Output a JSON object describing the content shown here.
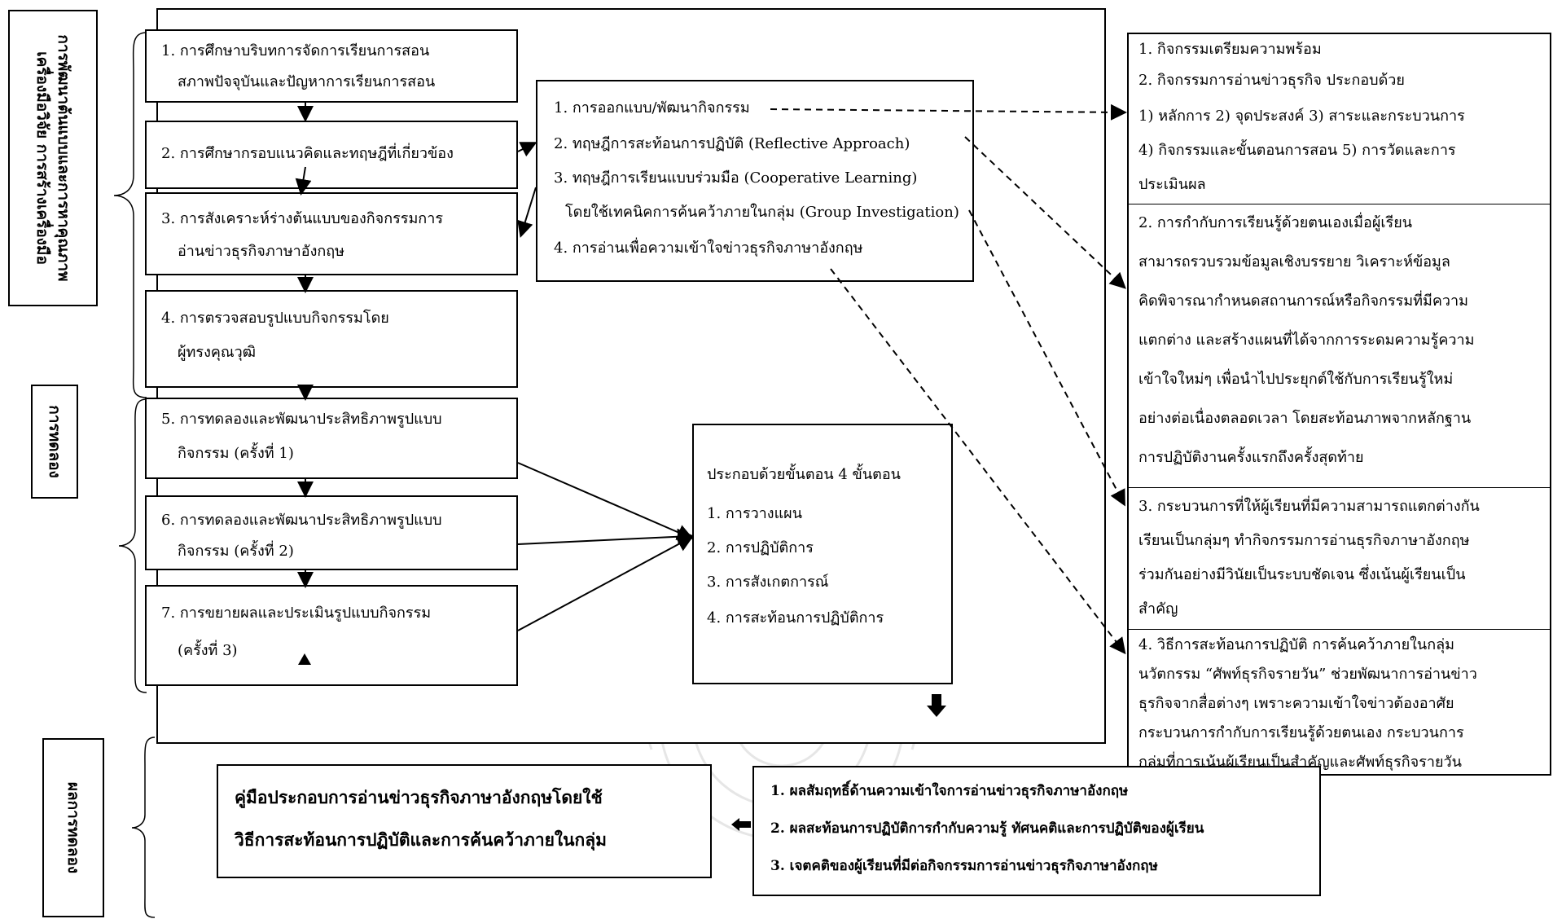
{
  "side_labels": {
    "phase1": "การพัฒนาต้นแบบและการหาคุณภาพเครื่องมือวิจัย การสร้างเครื่องมือ",
    "phase2": "การทดลอง",
    "phase3": "ผลการทดลอง"
  },
  "steps": [
    {
      "line1": "1.  การศึกษาบริบทการจัดการเรียนการสอน",
      "line2": "สภาพปัจจุบันและปัญหาการเรียนการสอน"
    },
    {
      "line1": "2.  การศึกษากรอบแนวคิดและทฤษฎีที่เกี่ยวข้อง",
      "line2": ""
    },
    {
      "line1": "3.  การสังเคราะห์ร่างต้นแบบของกิจกรรมการ",
      "line2": "อ่านข่าวธุรกิจภาษาอังกฤษ"
    },
    {
      "line1": "4.  การตรวจสอบรูปแบบกิจกรรมโดย",
      "line2": "ผู้ทรงคุณวุฒิ"
    },
    {
      "line1": "5.  การทดลองและพัฒนาประสิทธิภาพรูปแบบ",
      "line2": "กิจกรรม (ครั้งที่ 1)"
    },
    {
      "line1": "6.  การทดลองและพัฒนาประสิทธิภาพรูปแบบ",
      "line2": "กิจกรรม (ครั้งที่ 2)"
    },
    {
      "line1": "7.  การขยายผลและประเมินรูปแบบกิจกรรม",
      "line2": "(ครั้งที่ 3)"
    }
  ],
  "theory_box": [
    "1.  การออกแบบ/พัฒนากิจกรรม",
    "2.  ทฤษฎีการสะท้อนการปฏิบัติ (Reflective Approach)",
    "3.  ทฤษฎีการเรียนแบบร่วมมือ (Cooperative Learning)",
    "โดยใช้เทคนิคการค้นคว้าภายในกลุ่ม (Group Investigation)",
    "4.  การอ่านเพื่อความเข้าใจข่าวธุรกิจภาษาอังกฤษ"
  ],
  "process_box": {
    "heading": "ประกอบด้วยขั้นตอน 4 ขั้นตอน",
    "items": [
      "1.  การวางแผน",
      "2.  การปฏิบัติการ",
      "3.  การสังเกตการณ์",
      "4.  การสะท้อนการปฏิบัติการ"
    ]
  },
  "right_panel": {
    "s1": [
      "1.  กิจกรรมเตรียมความพร้อม",
      "2.  กิจกรรมการอ่านข่าวธุรกิจ ประกอบด้วย",
      "1) หลักการ 2)  จุดประสงค์ 3) สาระและกระบวนการ",
      "4) กิจกรรมและขั้นตอนการสอน      5) การวัดและการ",
      "ประเมินผล"
    ],
    "s2": [
      "2.  การกำกับการเรียนรู้ด้วยตนเองเมื่อผู้เรียน",
      "สามารถรวบรวมข้อมูลเชิงบรรยาย วิเคราะห์ข้อมูล",
      "คิดพิจารณากำหนดสถานการณ์หรือกิจกรรมที่มีความ",
      "แตกต่าง และสร้างแผนที่ได้จากการระดมความรู้ความ",
      "เข้าใจใหม่ๆ เพื่อนำไปประยุกต์ใช้กับการเรียนรู้ใหม่",
      "อย่างต่อเนื่องตลอดเวลา โดยสะท้อนภาพจากหลักฐาน",
      "การปฏิบัติงานครั้งแรกถึงครั้งสุดท้าย"
    ],
    "s3": [
      "3.  กระบวนการที่ให้ผู้เรียนที่มีความสามารถแตกต่างกัน",
      "เรียนเป็นกลุ่มๆ ทำกิจกรรมการอ่านธุรกิจภาษาอังกฤษ",
      "ร่วมกันอย่างมีวินัยเป็นระบบชัดเจน  ซึ่งเน้นผู้เรียนเป็น",
      "สำคัญ"
    ],
    "s4": [
      "4.         วิธีการสะท้อนการปฏิบัติ การค้นคว้าภายในกลุ่ม",
      "นวัตกรรม “ศัพท์ธุรกิจรายวัน” ช่วยพัฒนาการอ่านข่าว",
      "ธุรกิจจากสื่อต่างๆ เพราะความเข้าใจข่าวต้องอาศัย",
      "กระบวนการกำกับการเรียนรู้ด้วยตนเอง กระบวนการ",
      "กลุ่มที่การเน้นผู้เรียนเป็นสำคัญและศัพท์ธุรกิจรายวัน"
    ]
  },
  "results_box": [
    "1.  ผลสัมฤทธิ์ด้านความเข้าใจการอ่านข่าวธุรกิจภาษาอังกฤษ",
    "2.  ผลสะท้อนการปฏิบัติการกำกับความรู้ ทัศนคติและการปฏิบัติของผู้เรียน",
    "3.  เจตคติของผู้เรียนที่มีต่อกิจกรรมการอ่านข่าวธุรกิจภาษาอังกฤษ"
  ],
  "handbook_box": [
    "คู่มือประกอบการอ่านข่าวธุรกิจภาษาอังกฤษโดยใช้",
    "วิธีการสะท้อนการปฏิบัติและการค้นคว้าภายในกลุ่ม"
  ]
}
